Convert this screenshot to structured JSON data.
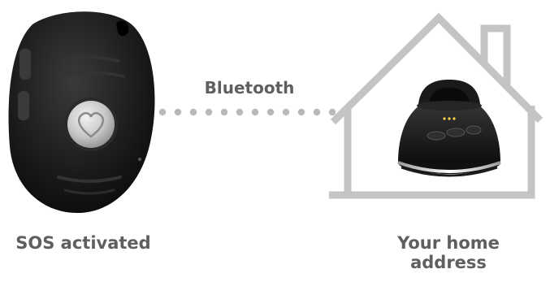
{
  "labels": {
    "connection": "Bluetooth",
    "left_caption": "SOS activated",
    "right_caption": "Your home address"
  },
  "icons": {
    "pendant": "sos-pendant-device",
    "house": "house-outline-icon",
    "base": "charging-base-station",
    "link": "dotted-connection-line"
  },
  "colors": {
    "device": "#1b1b1b",
    "button": "#c9c9c9",
    "house_outline": "#c4c4c4",
    "dots": "#b9b9b9",
    "text": "#5f5f5f"
  }
}
